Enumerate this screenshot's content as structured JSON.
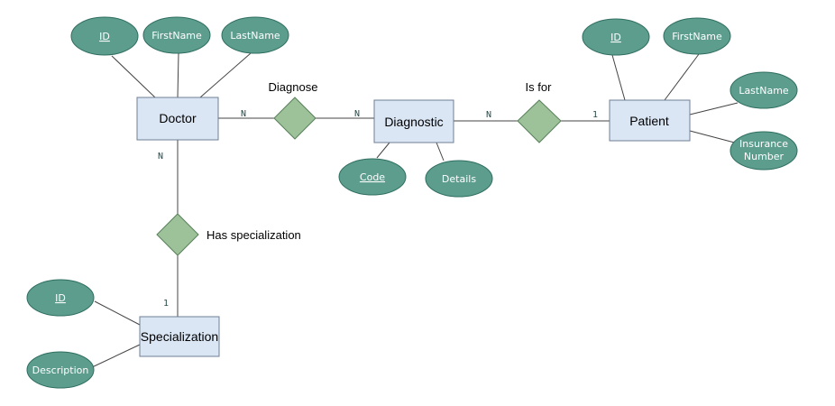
{
  "entities": {
    "doctor": "Doctor",
    "diagnostic": "Diagnostic",
    "patient": "Patient",
    "specialization": "Specialization"
  },
  "attributes": {
    "doctor_id": "ID",
    "doctor_firstname": "FirstName",
    "doctor_lastname": "LastName",
    "patient_id": "ID",
    "patient_firstname": "FirstName",
    "patient_lastname": "LastName",
    "patient_insurance_line1": "Insurance",
    "patient_insurance_line2": "Number",
    "diagnostic_code": "Code",
    "diagnostic_details": "Details",
    "specialization_id": "ID",
    "specialization_description": "Description"
  },
  "relationships": {
    "diagnose": "Diagnose",
    "is_for": "Is for",
    "has_specialization": "Has specialization"
  },
  "cardinalities": {
    "doctor_diagnose": "N",
    "diagnose_diagnostic": "N",
    "diagnostic_isfor": "N",
    "isfor_patient": "1",
    "doctor_hasspec": "N",
    "hasspec_specialization": "1"
  }
}
